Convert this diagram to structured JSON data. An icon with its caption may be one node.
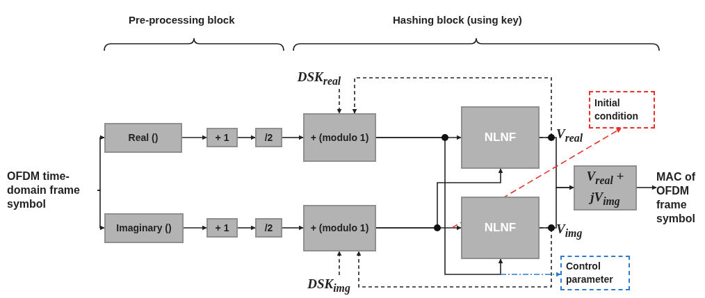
{
  "diagram": {
    "nodes": [
      {
        "text": [
          "OFDM time-domain frame symbol"
        ]
      },
      {
        "text": [
          "Real ()"
        ]
      },
      {
        "text": [
          "+ 1"
        ]
      },
      {
        "text": [
          "/2"
        ]
      },
      {
        "text": [
          "+ (modulo 1)"
        ]
      },
      {
        "text": [
          "Imaginary ()"
        ]
      },
      {
        "text": [
          "+ 1"
        ]
      },
      {
        "text": [
          "/2"
        ]
      },
      {
        "text": [
          "+ (modulo 1)"
        ]
      },
      {
        "text": [
          "DSK$_{real}$"
        ]
      },
      {
        "text": [
          "DSK$_{img}$"
        ]
      },
      {
        "text": [
          "NLNF"
        ]
      },
      {
        "text": [
          "NLNF"
        ]
      },
      {
        "text": [
          "Initial condition"
        ]
      },
      {
        "text": [
          "Control parameter"
        ]
      },
      {
        "text": [
          "V$_{real}$ + jV$_{img}$"
        ]
      },
      {
        "text": [
          "MAC of OFDM frame symbol"
        ]
      }
    ],
    "edges": [
      {
        "from": 0,
        "to": 1,
        "arrow": "to"
      },
      {
        "from": 0,
        "to": 5,
        "arrow": "to"
      },
      {
        "from": 1,
        "to": 2,
        "arrow": "to"
      },
      {
        "from": 2,
        "to": 3,
        "arrow": "to"
      },
      {
        "from": 3,
        "to": 4,
        "arrow": "to"
      },
      {
        "from": 5,
        "to": 6,
        "arrow": "to"
      },
      {
        "from": 6,
        "to": 7,
        "arrow": "to"
      },
      {
        "from": 7,
        "to": 8,
        "arrow": "to"
      },
      {
        "from": 9,
        "to": 4,
        "arrow": "to",
        "style": "dashed"
      },
      {
        "from": 11,
        "to": 4,
        "arrow": "to",
        "style": "dashed"
      },
      {
        "from": 10,
        "to": 8,
        "arrow": "to",
        "style": "dashed"
      },
      {
        "from": 12,
        "to": 8,
        "arrow": "to",
        "style": "dashed"
      },
      {
        "from": 4,
        "to": 11,
        "arrow": "to"
      },
      {
        "from": 4,
        "to": 12,
        "arrow": "to"
      },
      {
        "from": 8,
        "to": 12,
        "arrow": "to"
      },
      {
        "from": 8,
        "to": 11,
        "arrow": "to"
      },
      {
        "from": 11,
        "to": 15,
        "arrow": "to"
      },
      {
        "from": 12,
        "to": 15,
        "arrow": "to"
      },
      {
        "from": 15,
        "to": 16,
        "arrow": "to"
      },
      {
        "from": null,
        "to": 13,
        "arrow": "to",
        "style": "dashed",
        "color": "#e8302a"
      },
      {
        "from": null,
        "to": 14,
        "arrow": "to",
        "style": "dashed",
        "color": "#2a7bd0"
      }
    ],
    "labels": [
      "Pre-processing block",
      "Hashing block (using key)",
      "V$_{real}$",
      "V$_{img}$"
    ]
  }
}
